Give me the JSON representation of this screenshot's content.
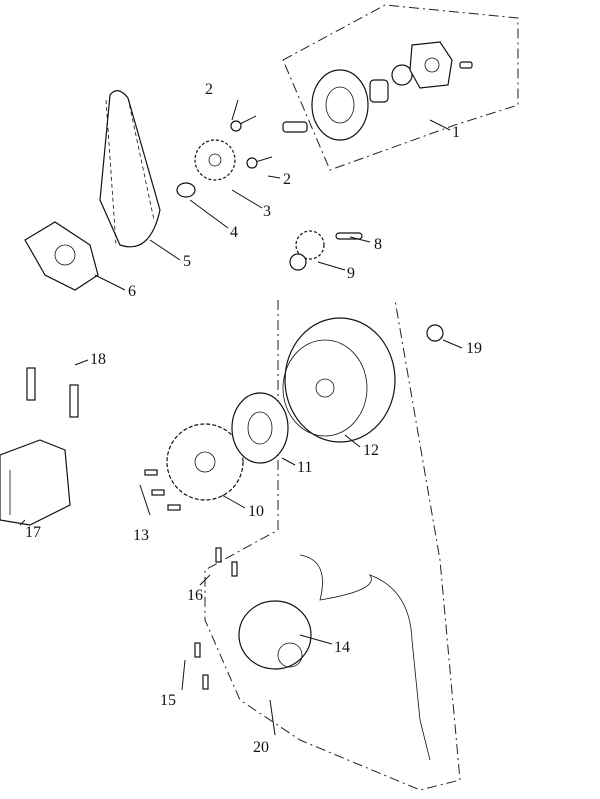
{
  "diagram": {
    "callouts": [
      {
        "id": "1",
        "label": "1"
      },
      {
        "id": "2a",
        "label": "2"
      },
      {
        "id": "2b",
        "label": "2"
      },
      {
        "id": "3",
        "label": "3"
      },
      {
        "id": "4",
        "label": "4"
      },
      {
        "id": "5",
        "label": "5"
      },
      {
        "id": "6",
        "label": "6"
      },
      {
        "id": "8",
        "label": "8"
      },
      {
        "id": "9",
        "label": "9"
      },
      {
        "id": "10",
        "label": "10"
      },
      {
        "id": "11",
        "label": "11"
      },
      {
        "id": "12",
        "label": "12"
      },
      {
        "id": "13",
        "label": "13"
      },
      {
        "id": "14",
        "label": "14"
      },
      {
        "id": "15",
        "label": "15"
      },
      {
        "id": "16",
        "label": "16"
      },
      {
        "id": "17",
        "label": "17"
      },
      {
        "id": "18",
        "label": "18"
      },
      {
        "id": "19",
        "label": "19"
      },
      {
        "id": "20",
        "label": "20"
      }
    ]
  }
}
